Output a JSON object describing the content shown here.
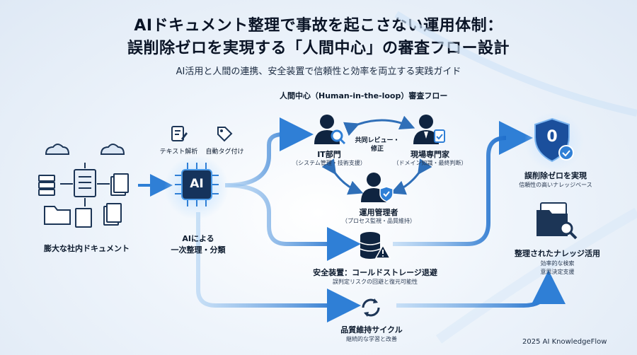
{
  "header": {
    "title_line1": "AIドキュメント整理で事故を起こさない運用体制：",
    "title_line2": "誤削除ゼロを実現する「人間中心」の審査フロー設計",
    "subtitle": "AI活用と人間の連携、安全装置で信頼性と効率を両立する実践ガイド"
  },
  "flow_title": "人間中心（Human-in-the-loop）審査フロー",
  "source": {
    "label": "膨大な社内ドキュメント"
  },
  "ai": {
    "chip_text": "AI",
    "label": "AIによる\n一次整理・分類",
    "task_parse": "テキスト解析",
    "task_tag": "自動タグ付け"
  },
  "roles": {
    "it": {
      "name": "IT部門",
      "desc": "（システム管理・技術支援）"
    },
    "field": {
      "name": "現場専門家",
      "desc": "（ドメイン知識・最終判断）"
    },
    "ops": {
      "name": "運用管理者",
      "desc": "（プロセス監視・品質維持）"
    },
    "collab": "共同レビュー・\n修正"
  },
  "safety": {
    "title": "安全装置：コールドストレージ退避",
    "desc": "誤判定リスクの回避と復元可能性"
  },
  "cycle": {
    "title": "品質維持サイクル",
    "desc": "継続的な学習と改善"
  },
  "outcome_zero": {
    "badge": "0",
    "title": "誤削除ゼロを実現",
    "desc": "信頼性の高いナレッジベース"
  },
  "outcome_use": {
    "title": "整理されたナレッジ活用",
    "desc1": "効率的な検索",
    "desc2": "意思決定支援"
  },
  "footer": "2025 AI KnowledgeFlow",
  "colors": {
    "accent": "#2f7fd6",
    "dark": "#0f2440",
    "shield": "#1b4f9c"
  }
}
